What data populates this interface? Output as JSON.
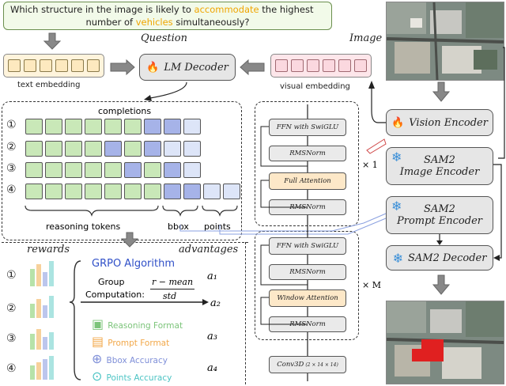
{
  "question": {
    "part1": "Which structure in the image is likely to ",
    "hl1": "accommodate",
    "part2": " the highest",
    "part3": "number of ",
    "hl2": "vehicles",
    "part4": " simultaneously?",
    "caption": "Question"
  },
  "image_caption": "Image",
  "embeddings": {
    "text": "text embedding",
    "visual": "visual embedding"
  },
  "lm_decoder": "LM Decoder",
  "vision_encoder": "Vision Encoder",
  "sam": {
    "image_encoder": "SAM2\nImage Encoder",
    "prompt_encoder": "SAM2\nPrompt Encoder",
    "decoder": "SAM2 Decoder"
  },
  "completions": {
    "title": "completions",
    "rows": [
      "①",
      "②",
      "③",
      "④"
    ],
    "groups": [
      "reasoning tokens",
      "bbox",
      "points"
    ]
  },
  "transformer": {
    "upper": [
      "FFN with SwiGLU",
      "RMSNorm",
      "Full Attention",
      "RMSNorm"
    ],
    "lower": [
      "FFN with SwiGLU",
      "RMSNorm",
      "Window Attention",
      "RMSNorm"
    ],
    "conv": "Conv3D",
    "conv_sub": "(2 × 14 × 14)",
    "rep1": "× 1",
    "rep2": "× M"
  },
  "grpo": {
    "rewards": "rewards",
    "advantages": "advantages",
    "title": "GRPO Algorithm",
    "group": "Group",
    "computation": "Computation:",
    "numerator": "r − mean",
    "denominator": "std",
    "a": [
      "a₁",
      "a₂",
      "a₃",
      "a₄"
    ],
    "legend": [
      "Reasoning Format",
      "Prompt Format",
      "Bbox Accuracy",
      "Points Accuracy"
    ],
    "legend_colors": [
      "#7cc47a",
      "#f2a84a",
      "#7f8fd8",
      "#4cc4c4"
    ]
  }
}
